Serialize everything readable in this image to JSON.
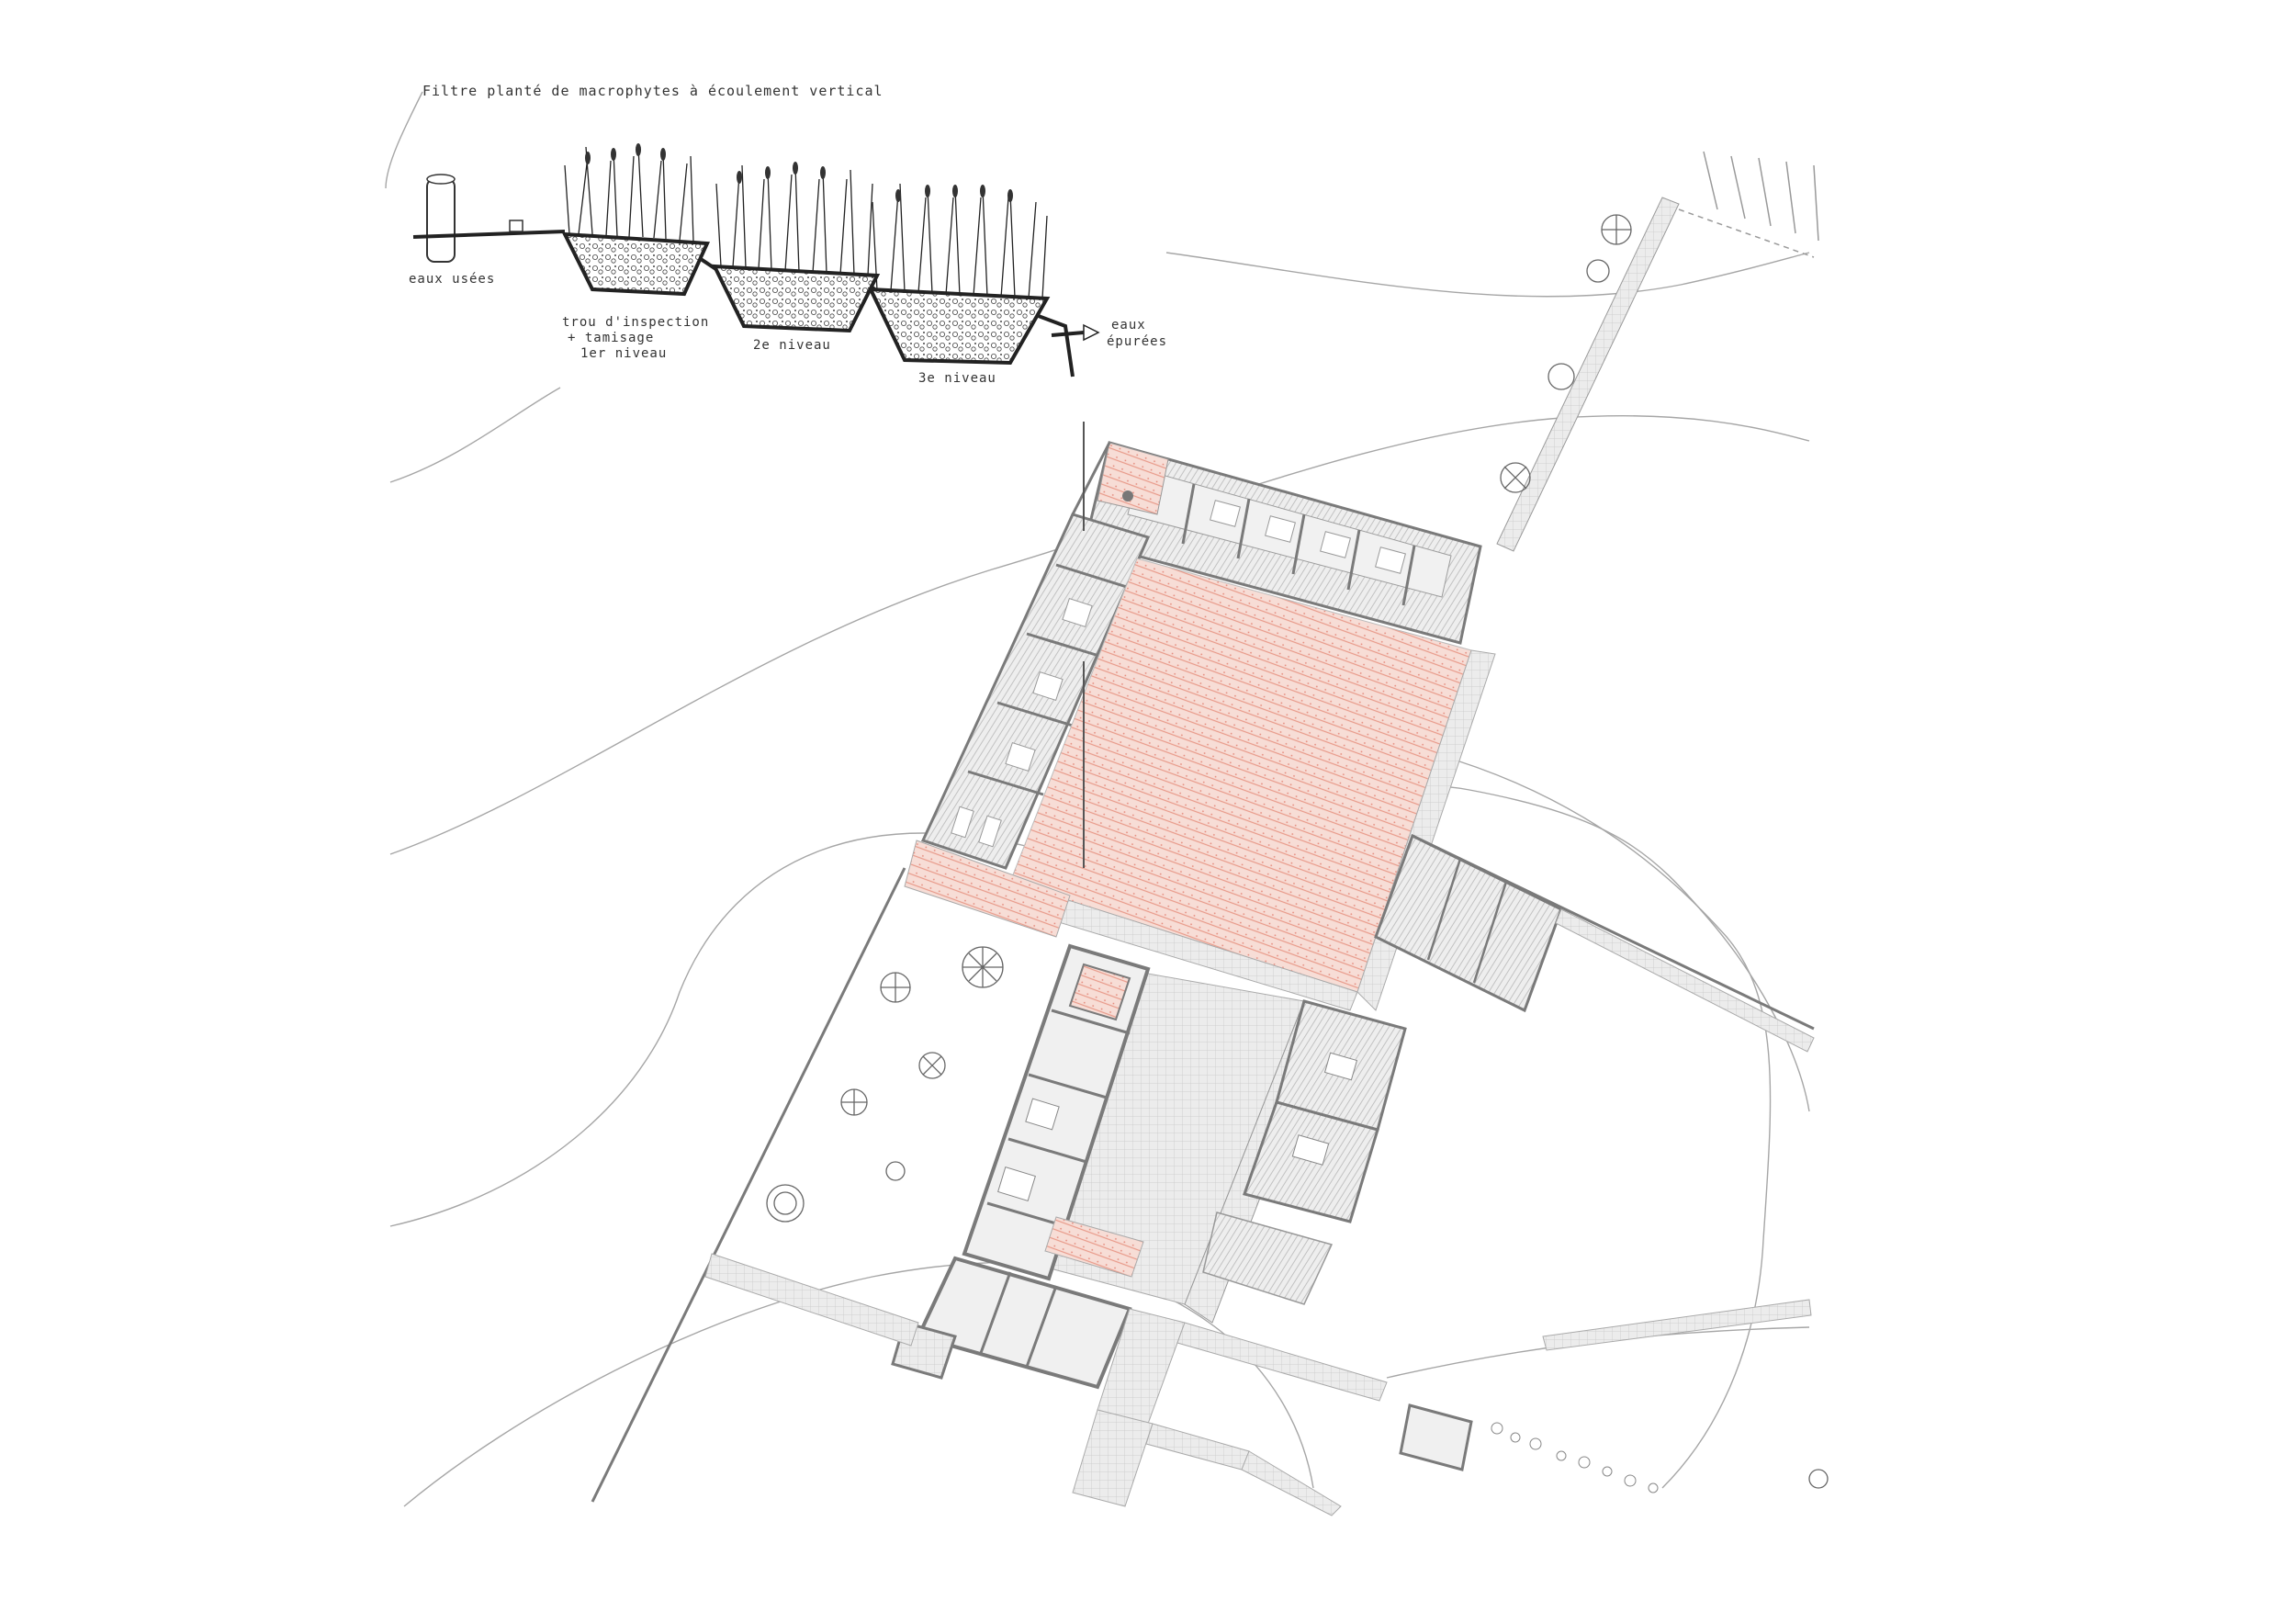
{
  "section_sketch": {
    "title": "Filtre planté de macrophytes à écoulement vertical",
    "labels": {
      "inlet": "eaux usées",
      "inspection_line1": "trou d'inspection",
      "inspection_line2": "+ tamisage",
      "level1": "1er niveau",
      "level2": "2e niveau",
      "level3": "3e niveau",
      "outlet_line1": "eaux",
      "outlet_line2": "épurées"
    }
  },
  "colors": {
    "paving_red": "#e8a89a",
    "wall_dark": "#7a7a7a",
    "line_grey": "#9a9a9a",
    "paving_grey": "#e2e2e2"
  }
}
